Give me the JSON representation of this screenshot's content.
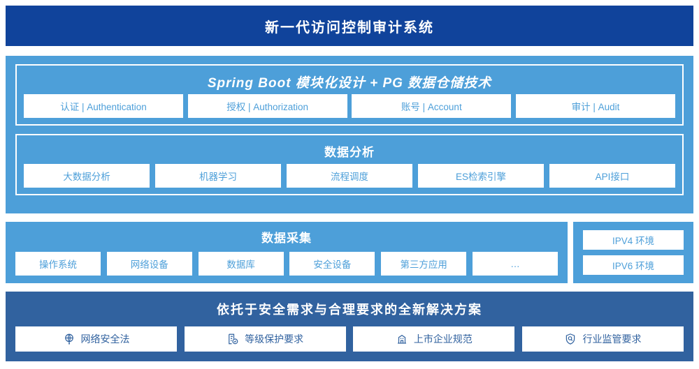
{
  "header": {
    "title": "新一代访问控制审计系统",
    "bg_color": "#10439b",
    "text_color": "#ffffff"
  },
  "theme": {
    "light_blue": "#4d9fd9",
    "dark_blue": "#31629f",
    "header_blue": "#10439b",
    "chip_bg": "#ffffff"
  },
  "sections": {
    "spring": {
      "title": "Spring Boot 模块化设计 + PG 数据仓储技术",
      "chips": [
        {
          "label": "认证 | Authentication"
        },
        {
          "label": "授权 | Authorization"
        },
        {
          "label": "账号 | Account"
        },
        {
          "label": "审计 | Audit"
        }
      ]
    },
    "analysis": {
      "title": "数据分析",
      "chips": [
        {
          "label": "大数据分析"
        },
        {
          "label": "机器学习"
        },
        {
          "label": "流程调度"
        },
        {
          "label": "ES检索引擎"
        },
        {
          "label": "API接口"
        }
      ]
    },
    "collection": {
      "title": "数据采集",
      "chips": [
        {
          "label": "操作系统"
        },
        {
          "label": "网络设备"
        },
        {
          "label": "数据库"
        },
        {
          "label": "安全设备"
        },
        {
          "label": "第三方应用"
        },
        {
          "label": "…"
        }
      ]
    },
    "environment": {
      "items": [
        {
          "label": "IPV4 环境"
        },
        {
          "label": "IPV6 环境"
        }
      ]
    },
    "solution": {
      "title": "依托于安全需求与合理要求的全新解决方案",
      "chips": [
        {
          "label": "网络安全法",
          "icon": "globe-icon"
        },
        {
          "label": "等级保护要求",
          "icon": "document-check-icon"
        },
        {
          "label": "上市企业规范",
          "icon": "bank-building-icon"
        },
        {
          "label": "行业监管要求",
          "icon": "shield-search-icon"
        }
      ]
    }
  }
}
